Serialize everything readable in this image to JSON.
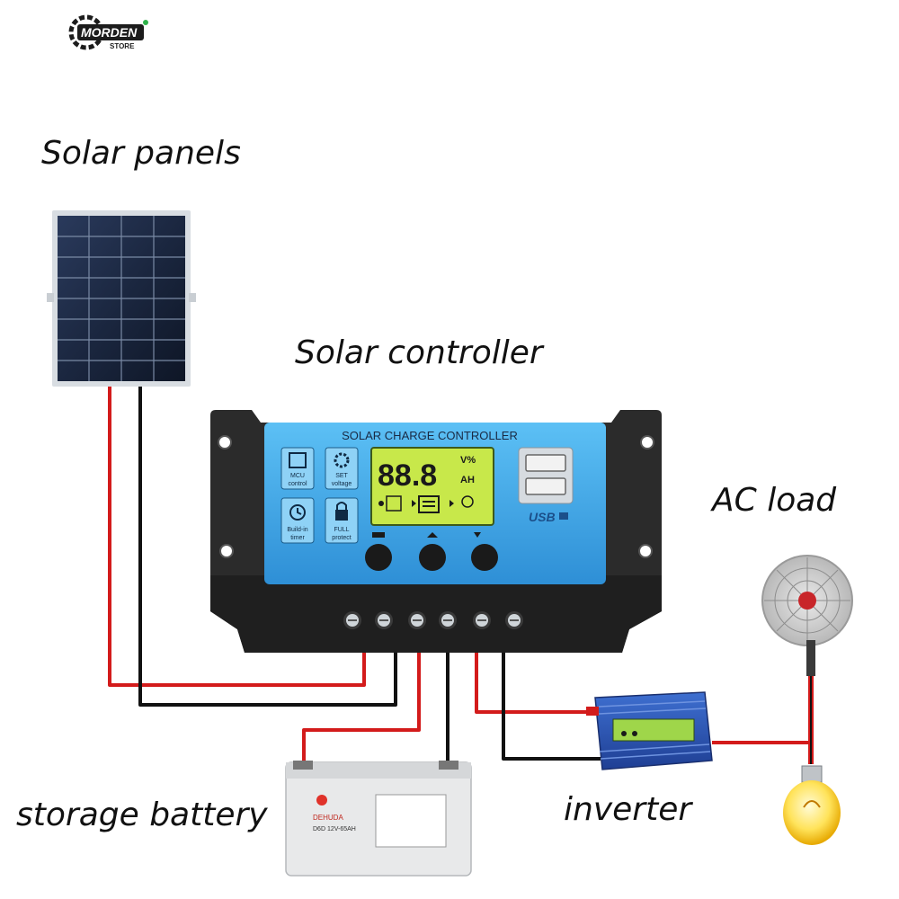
{
  "brand": {
    "name": "MORDEN",
    "sub": "STORE"
  },
  "labels": {
    "solar_panels": "Solar panels",
    "solar_controller": "Solar controller",
    "ac_load": "AC load",
    "storage_battery": "storage battery",
    "inverter": "inverter"
  },
  "controller": {
    "header": "SOLAR CHARGE CONTROLLER",
    "display_value": "88.8",
    "unit_top": "V%",
    "unit_bottom": "AH",
    "usb_label": "USB",
    "buttons": [
      {
        "line1": "MCU",
        "line2": "control"
      },
      {
        "line1": "SET",
        "line2": "voltage"
      },
      {
        "line1": "Build-in",
        "line2": "timer"
      },
      {
        "line1": "FULL",
        "line2": "protect"
      }
    ]
  },
  "battery": {
    "brand": "DEHUDA",
    "model": "D6D 12V-65AH"
  },
  "colors": {
    "positive_wire": "#d31b1b",
    "negative_wire": "#111111",
    "controller_face": "#39a6e8",
    "lcd": "#c8e84a",
    "inverter_body": "#2b56b8"
  }
}
